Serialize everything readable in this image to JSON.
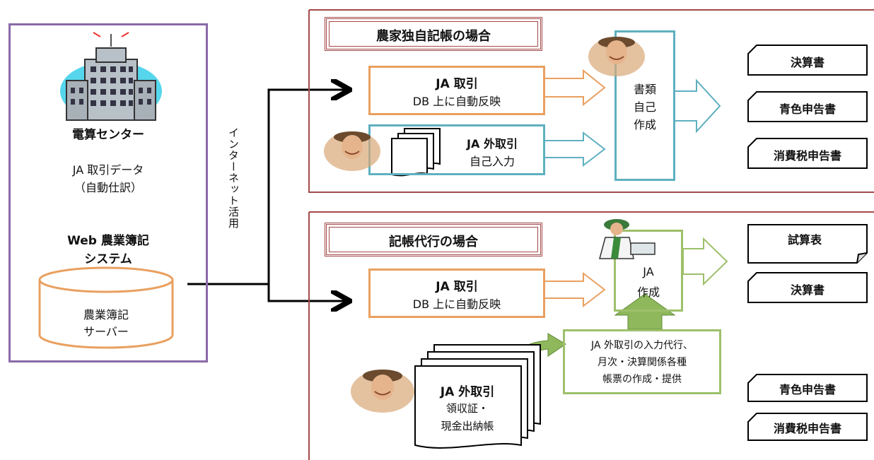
{
  "center": {
    "title": "電算センター",
    "data_line1": "JA 取引データ",
    "data_line2": "（自動仕訳）",
    "system_line1": "Web 農業簿記",
    "system_line2": "システム",
    "server_line1": "農業簿記",
    "server_line2": "サーバー"
  },
  "internet_label": "インターネット活用",
  "top_section": {
    "title": "農家独自記帳の場合",
    "ja_trade_title": "JA 取引",
    "ja_trade_sub": "DB 上に自動反映",
    "outside_title": "JA 外取引",
    "outside_sub": "自己入力",
    "self_line1": "書類",
    "self_line2": "自己",
    "self_line3": "作成",
    "outputs": [
      "決算書",
      "青色申告書",
      "消費税申告書"
    ]
  },
  "bottom_section": {
    "title": "記帳代行の場合",
    "ja_trade_title": "JA 取引",
    "ja_trade_sub": "DB 上に自動反映",
    "ja_create_line1": "JA",
    "ja_create_line2": "作成",
    "proxy_line1": "JA 外取引の入力代行、",
    "proxy_line2": "月次・決算関係各種",
    "proxy_line3": "帳票の作成・提供",
    "outside_title": "JA 外取引",
    "outside_line1": "領収証・",
    "outside_line2": "現金出納帳",
    "outputs": [
      "試算表",
      "決算書",
      "青色申告書",
      "消費税申告書"
    ]
  },
  "colors": {
    "purple": "#8a6aa8",
    "maroon": "#a44a4a",
    "orange": "#e9a060",
    "teal": "#5fb0c0",
    "green": "#9dc06a",
    "green_arrow": "#8fb85c"
  }
}
